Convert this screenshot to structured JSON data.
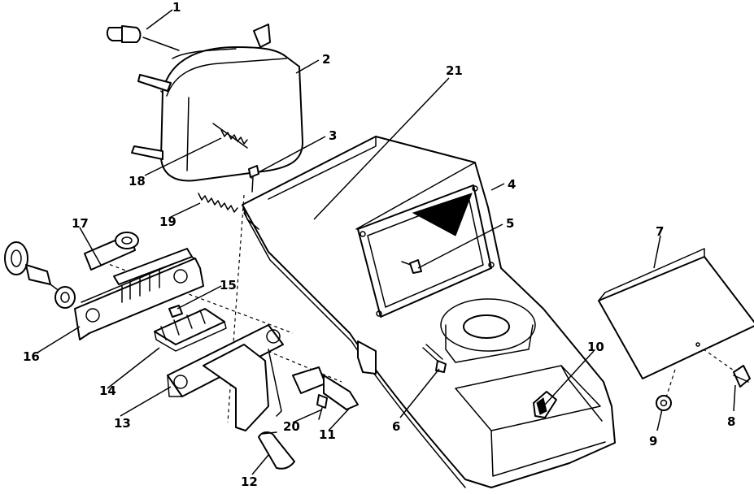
{
  "callouts": {
    "c1": "1",
    "c2": "2",
    "c3": "3",
    "c4": "4",
    "c5": "5",
    "c6": "6",
    "c7": "7",
    "c8": "8",
    "c9": "9",
    "c10": "10",
    "c11": "11",
    "c12": "12",
    "c13": "13",
    "c14": "14",
    "c15": "15",
    "c16": "16",
    "c17": "17",
    "c18": "18",
    "c19": "19",
    "c20": "20",
    "c21": "21"
  },
  "colors": {
    "line": "#000000",
    "paper": "#ffffff"
  }
}
